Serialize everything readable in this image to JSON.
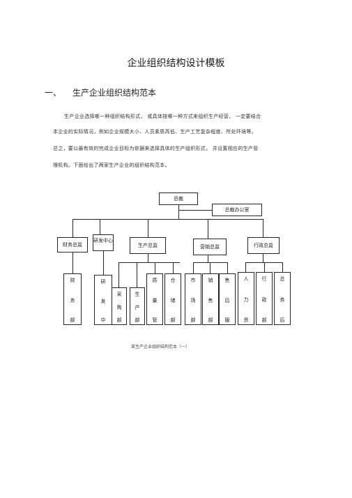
{
  "document": {
    "title": "企业组织结构设计模板",
    "section_number": "一、",
    "section_title": "生产企业组织结构范本",
    "paragraph_lines": [
      "生产企业选择哪一种组织结构形式，        或具体按哪一种方式来组织生产经营，            一定要结合",
      "本企业的实际情况，例如企业规模大小、人员素质高低、生产工艺复杂程度、所处环境等。",
      "总之，要以最有效的完成企业目标为依据来选择具体的生产组织形式，              并设置相应的生产管",
      "理机构。下面给出了两家生产企业的组织结构范本。"
    ]
  },
  "org_chart": {
    "top": "总裁",
    "office": "总裁办公室",
    "level2": [
      "财务总监",
      "研发中心",
      "生产总监",
      "营销总监",
      "行政总监"
    ],
    "departments": [
      [
        "财",
        "务",
        "部"
      ],
      [
        "研",
        "发",
        "中"
      ],
      [
        "采",
        "购",
        "部"
      ],
      [
        "生",
        "产",
        "部"
      ],
      [
        "质",
        "量",
        "管"
      ],
      [
        "仓",
        "储",
        "部"
      ],
      [
        "市",
        "场",
        "部"
      ],
      [
        "销",
        "售",
        "部"
      ],
      [
        "售",
        "后",
        "服"
      ],
      [
        "人",
        "力",
        "资"
      ],
      [
        "行",
        "政",
        "部"
      ],
      [
        "总",
        "务",
        "后"
      ]
    ],
    "caption": "某生产企业组织结构范本（一）"
  }
}
